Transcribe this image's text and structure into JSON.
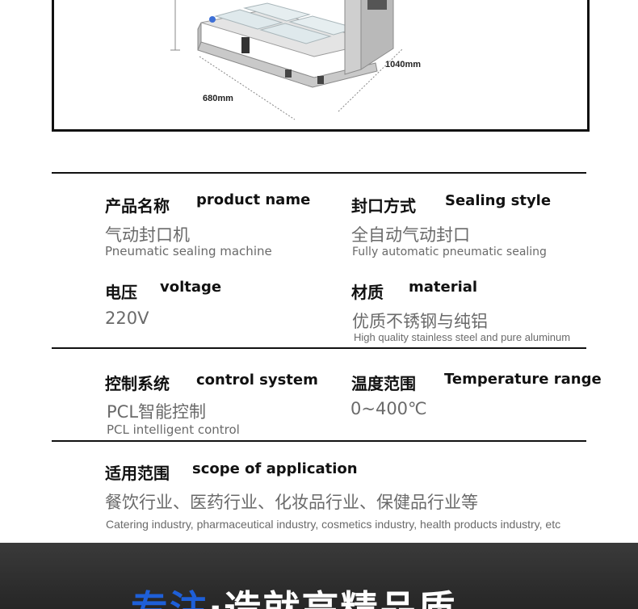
{
  "image": {
    "dimensions": {
      "width": "680mm",
      "depth": "1040mm"
    }
  },
  "specs": {
    "product_name": {
      "label_cn": "产品名称",
      "label_en": "product name",
      "value_cn": "气动封口机",
      "value_en": "Pneumatic sealing machine"
    },
    "sealing_style": {
      "label_cn": "封口方式",
      "label_en": "Sealing style",
      "value_cn": "全自动气动封口",
      "value_en": "Fully automatic pneumatic sealing"
    },
    "voltage": {
      "label_cn": "电压",
      "label_en": "voltage",
      "value": "220V"
    },
    "material": {
      "label_cn": "材质",
      "label_en": "material",
      "value_cn": "优质不锈钢与纯铝",
      "value_en": "High quality stainless steel and pure aluminum"
    },
    "control_system": {
      "label_cn": "控制系统",
      "label_en": "control system",
      "value_cn": "PCL智能控制",
      "value_en": "PCL intelligent control"
    },
    "temperature_range": {
      "label_cn": "温度范围",
      "label_en": "Temperature range",
      "value": "0~400℃"
    },
    "scope": {
      "label_cn": "适用范围",
      "label_en": "scope of application",
      "value_cn": "餐饮行业、医药行业、化妆品行业、保健品行业等",
      "value_en": "Catering industry, pharmaceutical industry, cosmetics industry, health products industry, etc"
    }
  },
  "banner": {
    "blue_text": "专注",
    "separator": "·",
    "white_text": "造就高精品质"
  },
  "colors": {
    "banner_bg": "#2e2e2e",
    "slogan_accent": "#1e5fd8",
    "rule": "#111111",
    "value_text": "#6a6a6a"
  }
}
